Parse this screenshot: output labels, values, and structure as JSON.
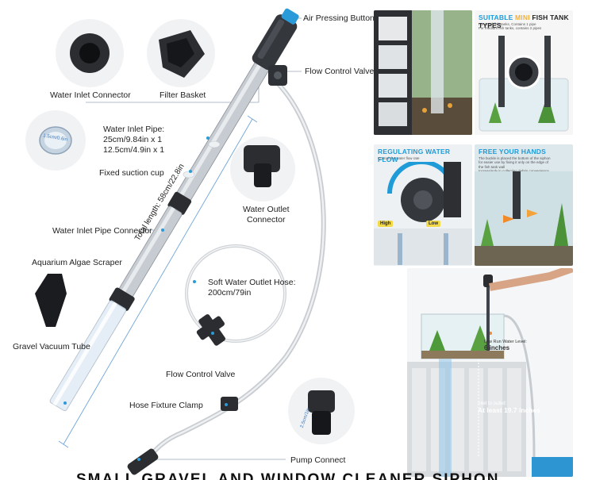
{
  "callouts": {
    "air_button": "Air Pressing Button",
    "flow_valve_top": "Flow Control Valve",
    "water_inlet_connector": "Water Inlet Connector",
    "filter_basket": "Filter Basket",
    "water_inlet_pipe": "Water Inlet Pipe:\n25cm/9.84in x 1\n12.5cm/4.9in x 1",
    "fixed_suction_cup": "Fixed suction cup",
    "water_outlet_connector": "Water Outlet\nConnector",
    "water_inlet_pipe_connector": "Water Inlet Pipe Connector",
    "total_length": "Total length: 58cm/22.8in",
    "aquarium_algae_scraper": "Aquarium Algae Scraper",
    "soft_hose": "Soft Water Outlet Hose:\n200cm/79in",
    "gravel_vacuum_tube": "Gravel Vacuum Tube",
    "flow_valve_bottom": "Flow Control Valve",
    "hose_fixture_clamp": "Hose Fixture Clamp",
    "pump_connect": "Pump Connect",
    "pipe_diameter": "1.5cm/0.6in",
    "pump_diameter": "2.5cm/1in"
  },
  "panels": {
    "suitable": {
      "title_prefix": "SUITABLE ",
      "title_accent": "MINI",
      "title_suffix": " FISH TANK TYPES",
      "sub": "For small fish tanks, Contains 1 pipe\nFor medium fish tanks, contains 2 pipes"
    },
    "regulating": {
      "title": "REGULATING WATER FLOW",
      "sub": "Control the water flow rate",
      "high": "High",
      "low": "Low"
    },
    "free_hands": {
      "title": "FREE YOUR HANDS",
      "sub": "The buckle is placed the bottom of the siphon\nfor easier use by fixing it only on the edge of\nthe fish tank wall\nIncreasingly in collecting debris convenience"
    },
    "installation": {
      "low_level_label": "Low Run Water Level:",
      "low_level_value": "6 inches",
      "outlet_label": "Inlet to outlet:",
      "outlet_value": "At least 19.7 inches"
    }
  },
  "banner": "SMALL GRAVEL AND WINDOW CLEANER SIPHON"
}
